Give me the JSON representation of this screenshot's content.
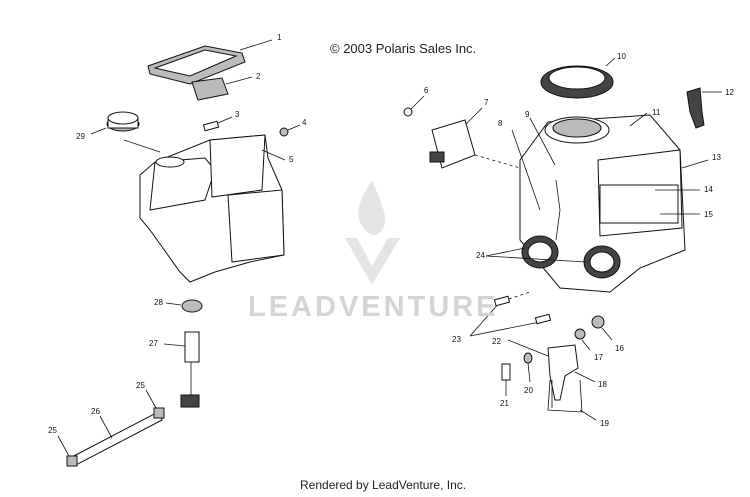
{
  "header": {
    "copyright": "© 2003 Polaris Sales Inc."
  },
  "footer": {
    "text": "Rendered by LeadVenture, Inc."
  },
  "watermark": {
    "text": "LEADVENTURE"
  },
  "callouts": [
    "1",
    "2",
    "3",
    "4",
    "5",
    "6",
    "7",
    "8",
    "9",
    "10",
    "11",
    "12",
    "13",
    "14",
    "15",
    "16",
    "17",
    "18",
    "19",
    "20",
    "21",
    "22",
    "23",
    "24",
    "25",
    "26",
    "27",
    "28",
    "29"
  ],
  "callout_25b": "25"
}
